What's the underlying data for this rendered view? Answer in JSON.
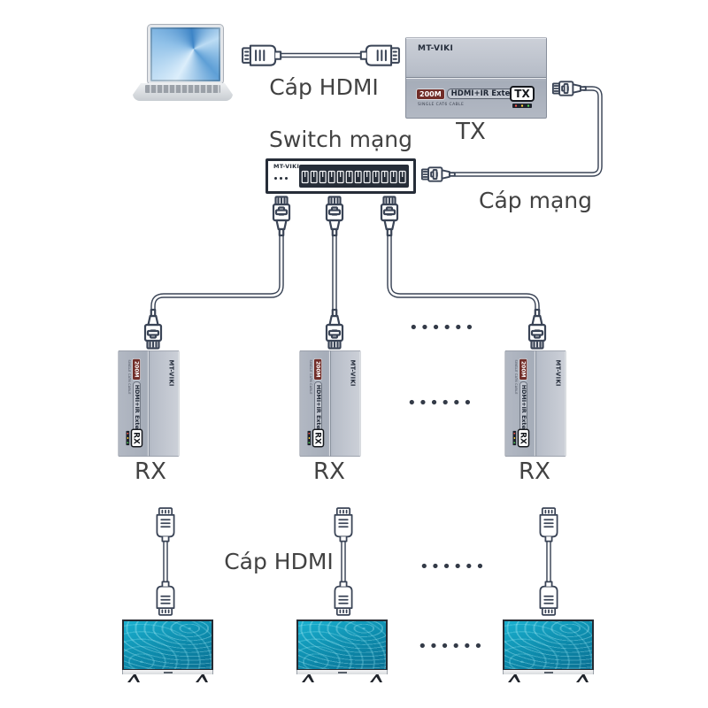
{
  "labels": {
    "hdmi_cable_top": "Cáp HDMI",
    "tx_unit": "TX",
    "network_switch": "Switch mạng",
    "network_cable": "Cáp mạng",
    "hdmi_cable_bottom": "Cáp HDMI",
    "ellipsis": "••••••"
  },
  "extender": {
    "brand": "MT-VIKI",
    "range_badge": "200M",
    "product_name": "HDMI+IR Extender",
    "sub_label": "SINGLE CAT6 CABLE",
    "tx_port_label": "TX"
  },
  "rx_units": [
    {
      "label": "RX"
    },
    {
      "label": "RX"
    },
    {
      "label": "RX"
    }
  ],
  "network_switch": {
    "brand": "MT-VIKI",
    "port_count": 12
  },
  "colors": {
    "outline": "#3a4456",
    "label_text": "#424242",
    "extender_body": "#b7bdc8",
    "badge_red": "#712d28",
    "tv_screen_teal": "#0d8aab"
  }
}
